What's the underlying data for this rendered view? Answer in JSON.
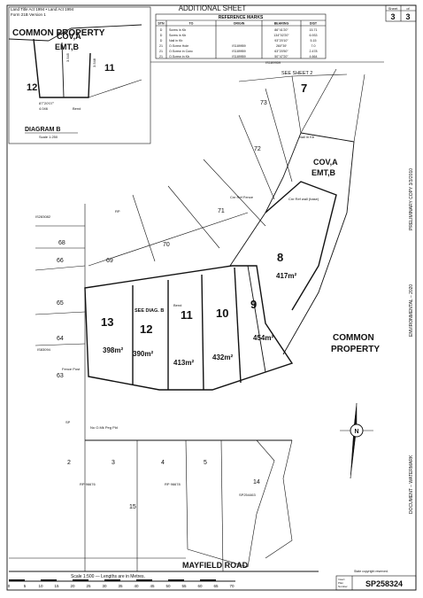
{
  "header": {
    "act_line1": "Land Title Act 1994 • Land Act 1994",
    "act_line2": "Form 21B Version 1",
    "sheet_title": "ADDITIONAL SHEET",
    "sheet_label": "Sheet",
    "sheet_of": "of",
    "sheet_no": "3",
    "sheet_total": "3"
  },
  "reference_marks": {
    "title": "REFERENCE MARKS",
    "columns": [
      "STN",
      "TO",
      "ORIGIN",
      "BEARING",
      "DIST"
    ],
    "rows": [
      [
        "D",
        "Screw in Kb",
        "",
        "86°41'20\"",
        "15.71"
      ],
      [
        "D",
        "Screw in Kb",
        "",
        "134°02'20\"",
        "6.933"
      ],
      [
        "D",
        "Nail in Kb",
        "",
        "93°20'10\"",
        "5.15"
      ],
      [
        "21",
        "O.Screw Hole",
        "IS189959",
        "260°39'",
        "7.0"
      ],
      [
        "21",
        "O.Screw in Conc",
        "IS189959",
        "63°20'50\"",
        "2.478"
      ],
      [
        "21",
        "O.Screw in Kb",
        "IS189959",
        "50°47'20\"",
        "4.664"
      ]
    ]
  },
  "inset": {
    "title": "COMMON PROPERTY",
    "cov_line1": "COV,A",
    "cov_line2": "EMT,B",
    "lot_left": "12",
    "lot_right": "11",
    "dist_a": "4.046",
    "dist_b": "3.545",
    "dist_c": "3.548",
    "bearing": "87°20'07\"",
    "bend": "Bend",
    "diagram_title": "DIAGRAM B",
    "diagram_scale": "Scale 1:250"
  },
  "plan": {
    "big_lots": [
      "13",
      "12",
      "11",
      "10",
      "9",
      "8",
      "7"
    ],
    "areas": [
      "398m²",
      "390m²",
      "413m²",
      "432m²",
      "454m²",
      "417m²"
    ],
    "small_lots": [
      "68",
      "69",
      "70",
      "71",
      "72",
      "73",
      "66",
      "65",
      "64",
      "63",
      "2",
      "3",
      "4",
      "5",
      "14",
      "15"
    ],
    "common_property_line1": "COMMON",
    "common_property_line2": "PROPERTY",
    "cov_line1": "COV,A",
    "cov_line2": "EMT,B",
    "see_diag": "SEE DIAG. B",
    "see_sheet": "SEE SHEET 2",
    "road": "MAYFIELD ROAD",
    "north": "N",
    "plan_refs": [
      "IS283082",
      "IS83094",
      "IS189959",
      "SP254463",
      "RP 96676",
      "RP 96678",
      "RP",
      "SP"
    ],
    "notes": [
      "No O.Mk Peg Pld",
      "Fence Post",
      "Cnr Ref Fence",
      "Bend",
      "Nail in Kb",
      "Cnr Ref wall (base)"
    ]
  },
  "right_margin": {
    "text1": "PRELIMINARY COPY 3/3/2010",
    "text2": "ENVIRONMENTAL – 2020",
    "text3": "DOCUMENT – WATERMARK"
  },
  "scale": {
    "caption": "Scale 1:500 — Lengths are in Metres.",
    "ticks": [
      "0",
      "5",
      "10",
      "15",
      "20",
      "25",
      "30",
      "35",
      "40",
      "45",
      "50",
      "55",
      "60",
      "65",
      "70"
    ]
  },
  "footer": {
    "copy_note": "State copyright reserved.",
    "box_line1": "Insert",
    "box_line2": "Plan",
    "box_line3": "Number",
    "plan_number": "SP258324"
  }
}
